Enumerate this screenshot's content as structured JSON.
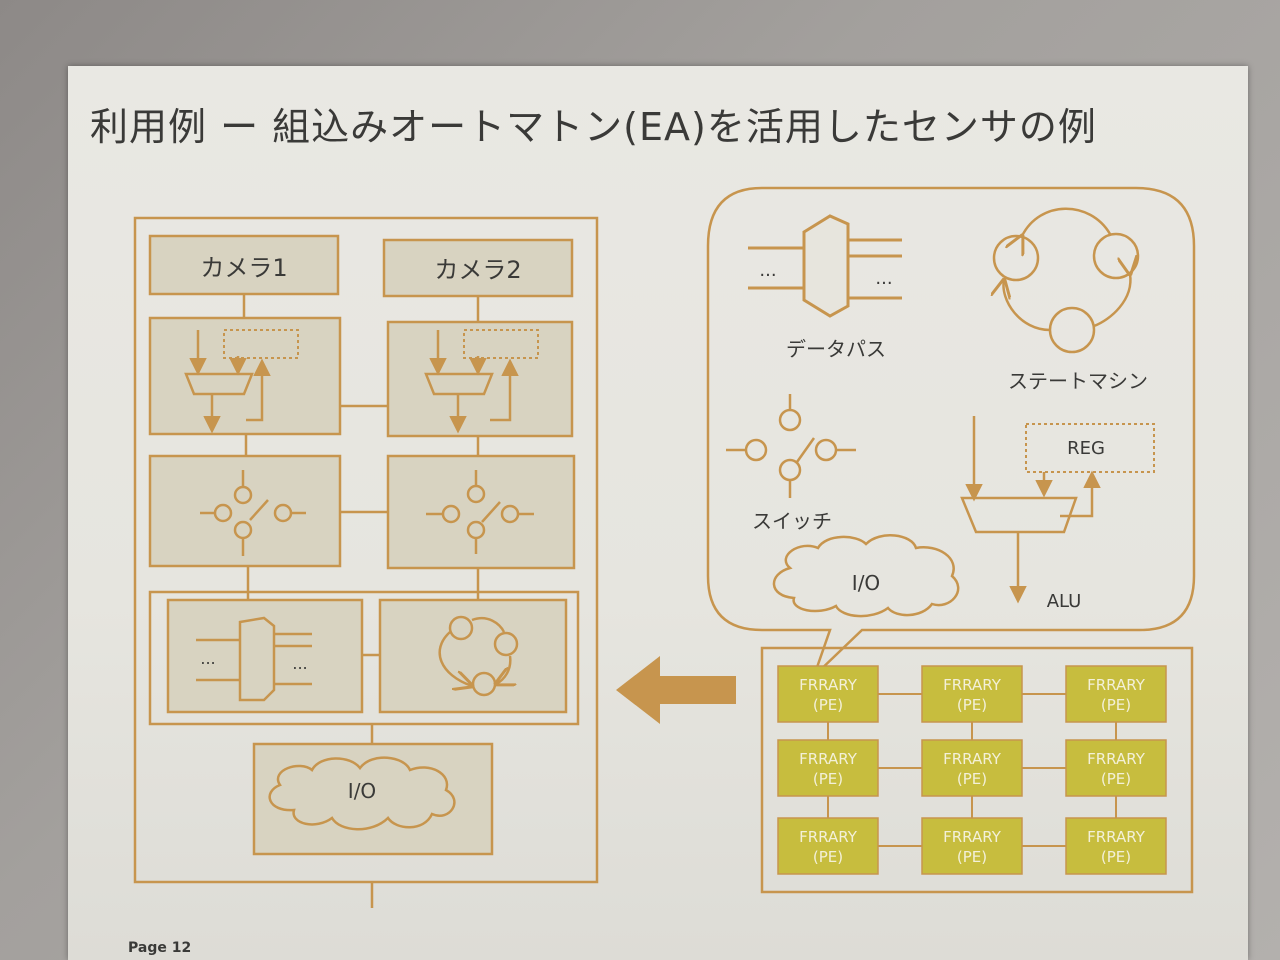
{
  "slide": {
    "title": "利用例 ー 組込みオートマトン(EA)を活用したセンサの例",
    "page_number": "Page 12"
  },
  "left_system": {
    "cameras": [
      {
        "label": "カメラ1"
      },
      {
        "label": "カメラ2"
      }
    ],
    "io_label": "I/O",
    "ellipsis": "..."
  },
  "legend": {
    "datapath_label": "データパス",
    "state_machine_label": "ステートマシン",
    "switch_label": "スイッチ",
    "reg_label": "REG",
    "alu_label": "ALU",
    "io_label": "I/O",
    "ellipsis": "..."
  },
  "pe_array": {
    "cell_line1": "FRRARY",
    "cell_line2": "(PE)",
    "rows": 3,
    "cols": 3
  },
  "colors": {
    "accent": "#c7954e",
    "block_fill": "#d8d3c1",
    "pe_fill": "#c7bd3e",
    "pe_text": "#f3f0d8"
  }
}
